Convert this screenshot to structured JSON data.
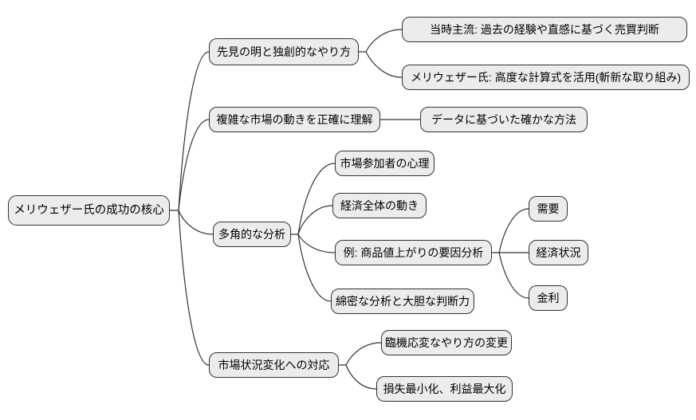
{
  "mindmap": {
    "root": {
      "label": "メリウェザー氏の成功の核心"
    },
    "branches": [
      {
        "label": "先見の明と独創的なやり方",
        "children": [
          {
            "label": "当時主流: 過去の経験や直感に基づく売買判断"
          },
          {
            "label": "メリウェザー氏: 高度な計算式を活用(斬新な取り組み)"
          }
        ]
      },
      {
        "label": "複雑な市場の動きを正確に理解",
        "children": [
          {
            "label": "データに基づいた確かな方法"
          }
        ]
      },
      {
        "label": "多角的な分析",
        "children": [
          {
            "label": "市場参加者の心理"
          },
          {
            "label": "経済全体の動き"
          },
          {
            "label": "例: 商品値上がりの要因分析",
            "children": [
              {
                "label": "需要"
              },
              {
                "label": "経済状況"
              },
              {
                "label": "金利"
              }
            ]
          },
          {
            "label": "綿密な分析と大胆な判断力"
          }
        ]
      },
      {
        "label": "市場状況変化への対応",
        "children": [
          {
            "label": "臨機応変なやり方の変更"
          },
          {
            "label": "損失最小化、利益最大化"
          }
        ]
      }
    ]
  },
  "style": {
    "background": "#ffffff",
    "node_fill": "#ececec",
    "node_border": "#333333",
    "edge_color": "#333333"
  }
}
